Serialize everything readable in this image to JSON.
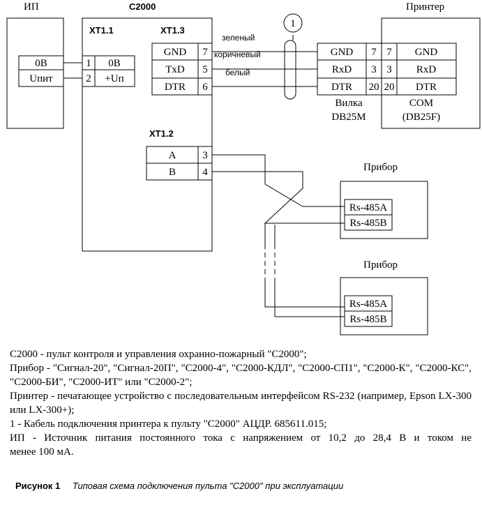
{
  "blocks": {
    "ip_title": "ИП",
    "c2000_title": "С2000",
    "printer_title": "Принтер",
    "pribor1_title": "Прибор",
    "pribor2_title": "Прибор"
  },
  "connectors": {
    "xt11": "XT1.1",
    "xt13": "XT1.3",
    "xt12": "XT1.2"
  },
  "ip": {
    "row1": "0В",
    "row2": "Uпит"
  },
  "xt11": {
    "pin1": "1",
    "label1": "0В",
    "pin2": "2",
    "label2": "+Uп"
  },
  "xt13": {
    "rows": [
      {
        "label": "GND",
        "pin": "7"
      },
      {
        "label": "TxD",
        "pin": "5"
      },
      {
        "label": "DTR",
        "pin": "6"
      }
    ]
  },
  "xt12": {
    "rows": [
      {
        "label": "A",
        "pin": "3"
      },
      {
        "label": "B",
        "pin": "4"
      }
    ]
  },
  "cable": {
    "marker": "1",
    "wire1": "зеленый",
    "wire2": "коричневый",
    "wire3": "белый"
  },
  "plug": {
    "rows": [
      {
        "label": "GND",
        "pin": "7"
      },
      {
        "label": "RxD",
        "pin": "3"
      },
      {
        "label": "DTR",
        "pin": "20"
      }
    ],
    "name_line1": "Вилка",
    "name_line2": "DB25M"
  },
  "printer_port": {
    "rows": [
      {
        "pin": "7",
        "label": "GND"
      },
      {
        "pin": "3",
        "label": "RxD"
      },
      {
        "pin": "20",
        "label": "DTR"
      }
    ],
    "name_line1": "COM",
    "name_line2": "(DB25F)"
  },
  "pribor1": {
    "a": "Rs-485A",
    "b": "Rs-485B"
  },
  "pribor2": {
    "a": "Rs-485A",
    "b": "Rs-485B"
  },
  "legend": {
    "line1": "С2000 - пульт контроля и управления охранно-пожарный \"С2000\";",
    "line2": "Прибор - \"Сигнал-20\", \"Сигнал-20П\", \"С2000-4\", \"С2000-КДЛ\", \"С2000-СП1\", \"С2000-К\", \"С2000-КС\", \"С2000-БИ\", \"С2000-ИТ\" или \"С2000-2\";",
    "line3": "Принтер - печатающее устройство с последовательным интерфейсом RS-232 (например, Epson LX-300 или LX-300+);",
    "line4": "1 - Кабель подключения принтера к пульту \"С2000\" АЦДР. 685611.015;",
    "line5a": "ИП - Источник питания постоянного тока с напряжением от 10,2 до 28,4 В и током не",
    "line5b": "менее 100 мА."
  },
  "caption": {
    "number": "Рисунок 1",
    "text": "Типовая схема подключения пульта \"С2000\" при эксплуатации"
  }
}
